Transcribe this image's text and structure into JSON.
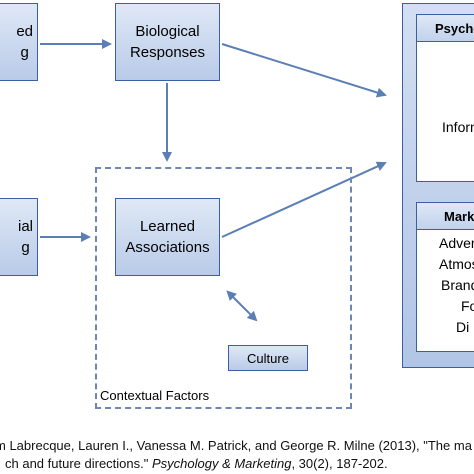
{
  "nodes": {
    "topleft": "ed\ng",
    "biological": "Biological\nResponses",
    "midleft": "ial\ng",
    "learned": "Learned\nAssociations",
    "culture": "Culture"
  },
  "contextual_label": "Contextual Factors",
  "right_panel": {
    "psych_header": "Psychc",
    "psych_item": "Inforn",
    "marketing_header": "Mark",
    "marketing_items": [
      "Advert",
      "Atmos",
      "Brand/",
      "Fo",
      "Di"
    ]
  },
  "citation": {
    "line1": "m Labrecque, Lauren I., Vanessa M. Patrick, and George R. Milne (2013), \"The ma",
    "line2_prefix": "ch and future directions.\" ",
    "journal": "Psychology & Marketing",
    "line2_suffix": ", 30(2), 187-202."
  },
  "colors": {
    "node_border": "#3b5fa0",
    "node_fill_top": "#dfe8f6",
    "node_fill_bottom": "#b9cbe8",
    "arrow": "#5b7fb5",
    "dashed": "#6d86b3"
  }
}
